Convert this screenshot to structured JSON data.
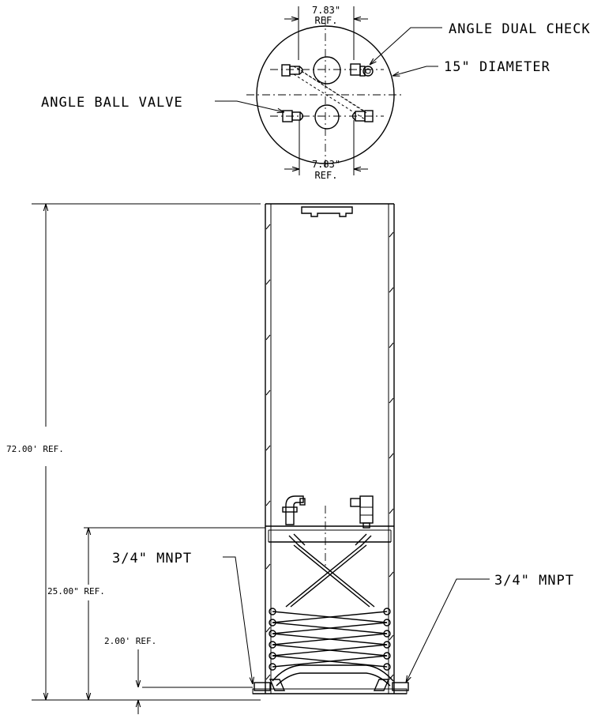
{
  "labels": {
    "angle_dual_check": "ANGLE DUAL CHECK",
    "diameter": "15\" DIAMETER",
    "angle_ball_valve": "ANGLE BALL VALVE",
    "top_ref_value": "7.83\"",
    "top_ref_unit": "REF.",
    "bottom_ref_value": "7.83\"",
    "bottom_ref_unit": "REF.",
    "overall_height": "72.00' REF.",
    "mid_height": "25.00\" REF.",
    "base_height": "2.00' REF.",
    "mnpt_left": "3/4\" MNPT",
    "mnpt_right": "3/4\" MNPT"
  }
}
